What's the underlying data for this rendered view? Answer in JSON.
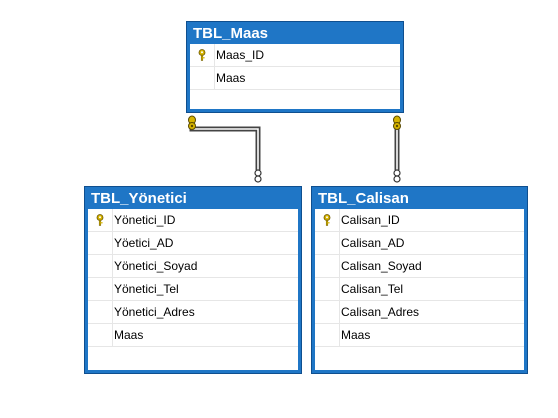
{
  "diagram": {
    "tables": [
      {
        "id": "maas",
        "title": "TBL_Maas",
        "columns": [
          {
            "name": "Maas_ID",
            "primary_key": true
          },
          {
            "name": "Maas",
            "primary_key": false
          }
        ]
      },
      {
        "id": "yonetici",
        "title": "TBL_Yönetici",
        "columns": [
          {
            "name": "Yönetici_ID",
            "primary_key": true
          },
          {
            "name": "Yöetici_AD",
            "primary_key": false
          },
          {
            "name": "Yönetici_Soyad",
            "primary_key": false
          },
          {
            "name": "Yönetici_Tel",
            "primary_key": false
          },
          {
            "name": "Yönetici_Adres",
            "primary_key": false
          },
          {
            "name": "Maas",
            "primary_key": false
          }
        ]
      },
      {
        "id": "calisan",
        "title": "TBL_Calisan",
        "columns": [
          {
            "name": "Calisan_ID",
            "primary_key": true
          },
          {
            "name": "Calisan_AD",
            "primary_key": false
          },
          {
            "name": "Calisan_Soyad",
            "primary_key": false
          },
          {
            "name": "Calisan_Tel",
            "primary_key": false
          },
          {
            "name": "Calisan_Adres",
            "primary_key": false
          },
          {
            "name": "Maas",
            "primary_key": false
          }
        ]
      }
    ],
    "relationships": [
      {
        "from": "TBL_Maas",
        "to": "TBL_Yönetici",
        "from_end": "key",
        "to_end": "infinity"
      },
      {
        "from": "TBL_Maas",
        "to": "TBL_Calisan",
        "from_end": "key",
        "to_end": "infinity"
      }
    ],
    "colors": {
      "header": "#1f76c6",
      "border": "#0f4f8f",
      "connector": "#444444",
      "key_icon": "#d6b400"
    },
    "icons": {
      "primary_key": "key-icon",
      "one_end": "key-endpoint-icon",
      "many_end": "infinity-endpoint-icon"
    }
  }
}
